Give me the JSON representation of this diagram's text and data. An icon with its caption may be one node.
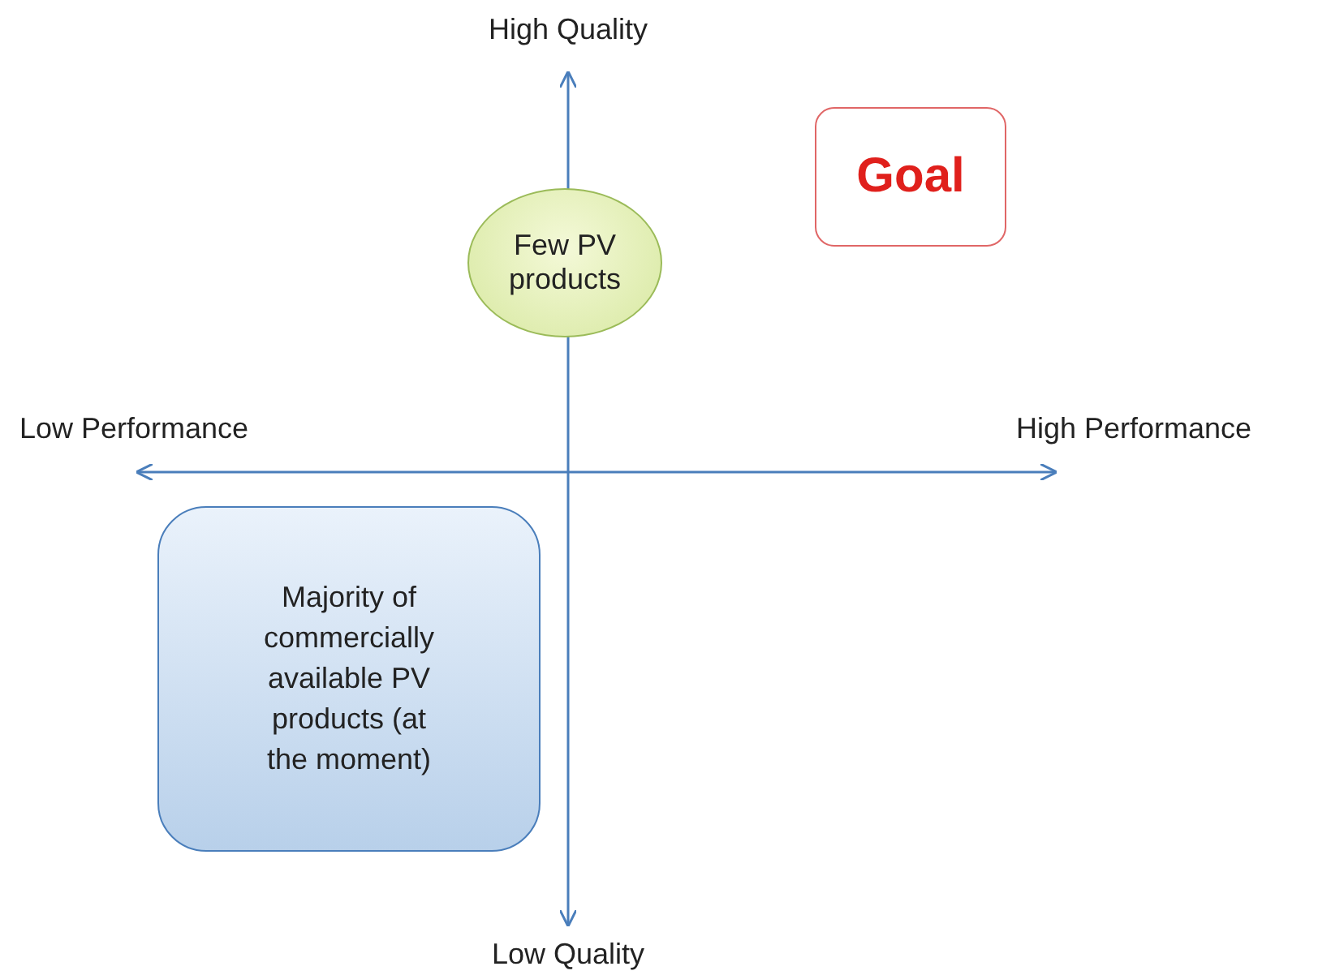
{
  "diagram": {
    "nodes": [
      {
        "text": [
          "Few PV products"
        ]
      },
      {
        "text": [
          "Goal"
        ]
      },
      {
        "text": [
          "Majority of commercially available PV products (at the moment)"
        ]
      }
    ],
    "labels": [
      "High Quality",
      "Low Performance",
      "High Performance",
      "Low Quality"
    ]
  }
}
